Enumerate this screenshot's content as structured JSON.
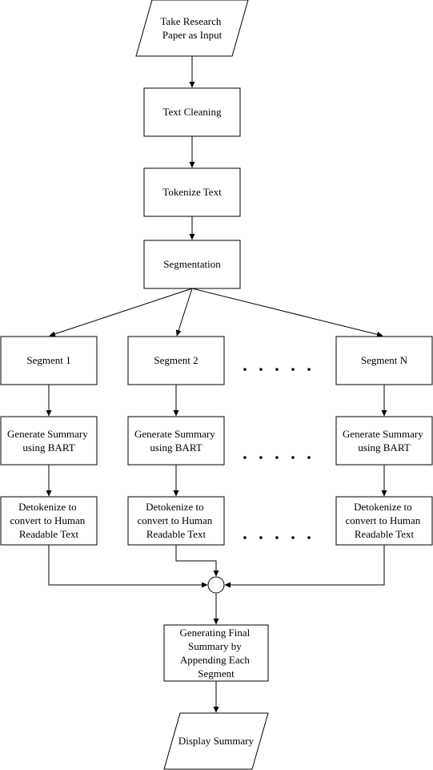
{
  "nodes": {
    "input": {
      "lines": [
        "Take Research",
        "Paper as Input"
      ]
    },
    "cleaning": {
      "lines": [
        "Text Cleaning"
      ]
    },
    "tokenize": {
      "lines": [
        "Tokenize Text"
      ]
    },
    "segmentation": {
      "lines": [
        "Segmentation"
      ]
    },
    "seg1": {
      "lines": [
        "Segment 1"
      ]
    },
    "seg2": {
      "lines": [
        "Segment 2"
      ]
    },
    "segN": {
      "lines": [
        "Segment N"
      ]
    },
    "sum1": {
      "lines": [
        "Generate Summary",
        "using BART"
      ]
    },
    "sum2": {
      "lines": [
        "Generate Summary",
        "using BART"
      ]
    },
    "sumN": {
      "lines": [
        "Generate Summary",
        "using BART"
      ]
    },
    "detok1": {
      "lines": [
        "Detokenize to",
        "convert to Human",
        "Readable Text"
      ]
    },
    "detok2": {
      "lines": [
        "Detokenize to",
        "convert to Human",
        "Readable Text"
      ]
    },
    "detokN": {
      "lines": [
        "Detokenize to",
        "convert to Human",
        "Readable Text"
      ]
    },
    "final": {
      "lines": [
        "Generating Final",
        "Summary by",
        "Appending Each",
        "Segment"
      ]
    },
    "display": {
      "lines": [
        "Display Summary"
      ]
    }
  }
}
